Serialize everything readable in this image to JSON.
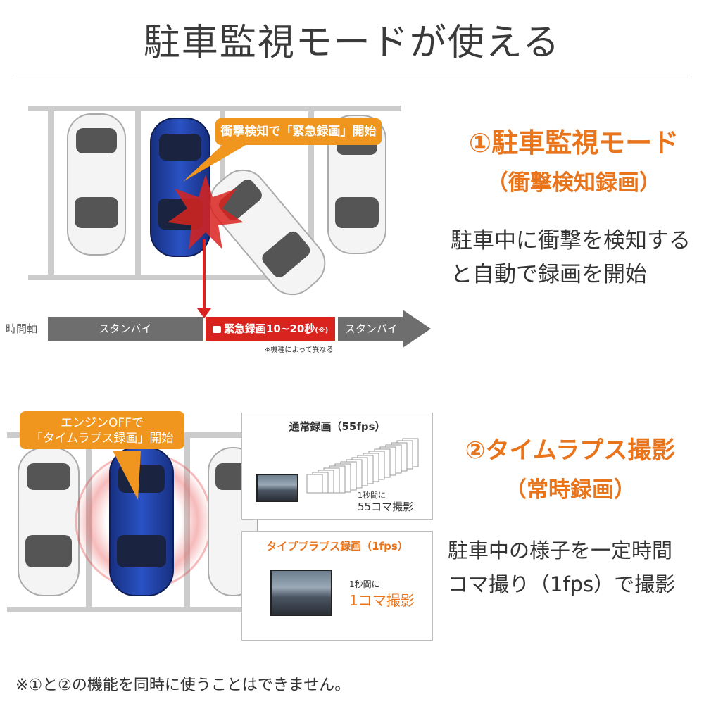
{
  "title": "駐車監視モードが使える",
  "mode1": {
    "title": "①駐車監視モード",
    "subtitle": "（衝撃検知録画）",
    "desc_line1": "駐車中に衝撃を検知する",
    "desc_line2": "と自動で録画を開始",
    "callout": "衝撃検知で「緊急録画」開始",
    "timeline": {
      "axis_label": "時間軸",
      "standby1": "スタンバイ",
      "emergency": "緊急録画10~20秒",
      "emergency_mark": "(※)",
      "standby2": "スタンバイ",
      "note": "※機種によって異なる"
    }
  },
  "mode2": {
    "title": "②タイムラプス撮影",
    "subtitle": "（常時録画）",
    "desc_line1": "駐車中の様子を一定時間",
    "desc_line2": "コマ撮り（1fps）で撮影",
    "callout_line1": "エンジンOFFで",
    "callout_line2": "「タイムラプス録画」開始",
    "normal": {
      "heading": "通常録画（55fps）",
      "caption1": "1秒間に",
      "caption2": "55コマ撮影"
    },
    "timelapse": {
      "heading": "タイププラプス録画（1fps）",
      "caption1": "1秒間に",
      "caption2": "1コマ撮影"
    }
  },
  "footnote": "※①と②の機能を同時に使うことはできません。",
  "colors": {
    "accent_orange": "#e8741c",
    "callout_orange": "#f0961e",
    "emergency_red": "#d9231e",
    "timeline_gray": "#6e6e6e",
    "car_blue": "#1f3d9e"
  }
}
